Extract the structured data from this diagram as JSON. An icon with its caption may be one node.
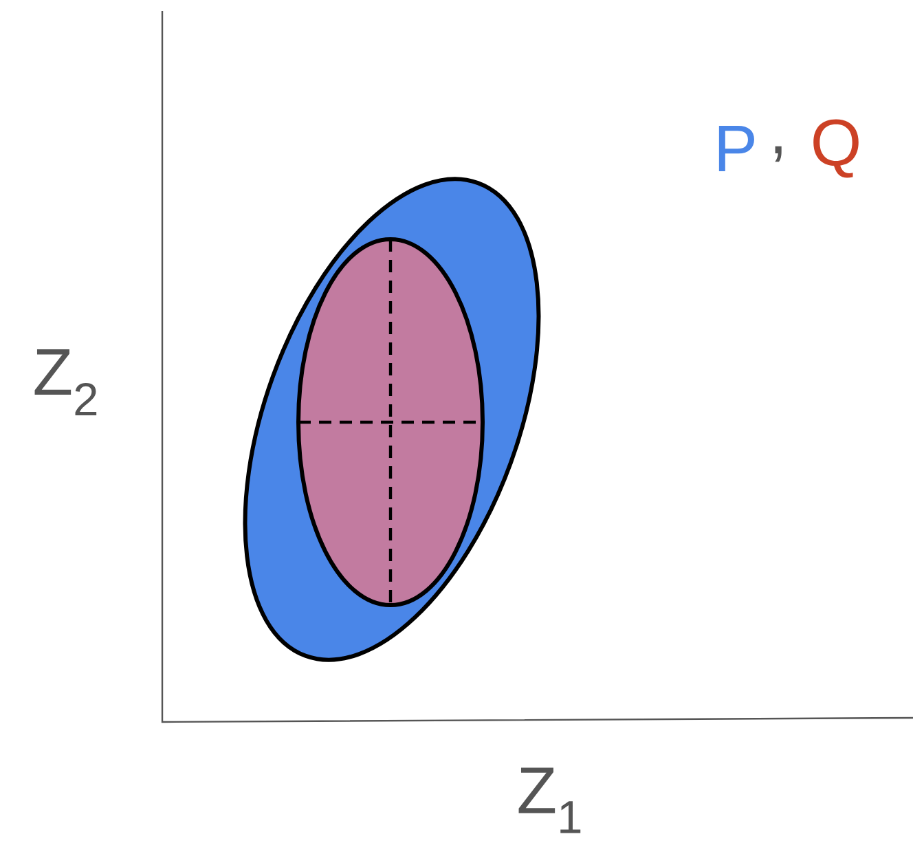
{
  "diagram": {
    "labels": [
      "P",
      ",",
      "Q",
      "Z$_{2}$",
      "Z$_{1}$"
    ]
  }
}
